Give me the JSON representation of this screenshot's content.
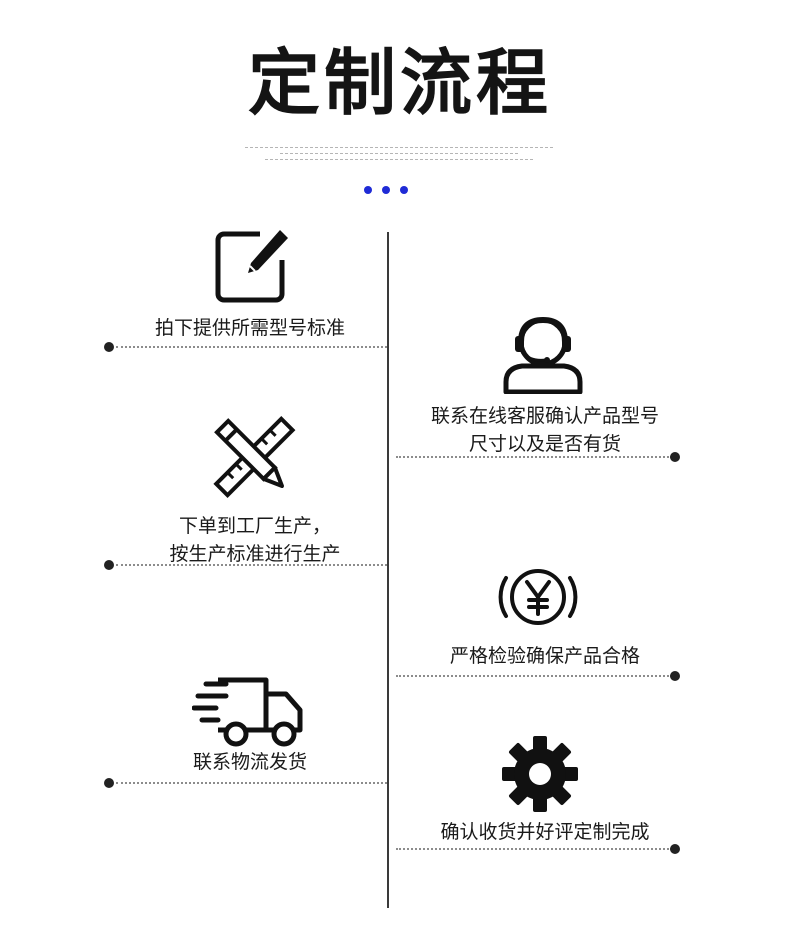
{
  "header": {
    "title": "定制流程"
  },
  "accent_color": "#1f2bd6",
  "steps": [
    {
      "side": "left",
      "icon": "edit-icon",
      "lines": [
        "拍下提供所需型号标准"
      ]
    },
    {
      "side": "right",
      "icon": "customer-service-icon",
      "lines": [
        "联系在线客服确认产品型号",
        "尺寸以及是否有货"
      ]
    },
    {
      "side": "left",
      "icon": "ruler-pencil-icon",
      "lines": [
        "下单到工厂生产，",
        "按生产标准进行生产"
      ]
    },
    {
      "side": "right",
      "icon": "yen-icon",
      "lines": [
        "严格检验确保产品合格"
      ]
    },
    {
      "side": "left",
      "icon": "truck-icon",
      "lines": [
        "联系物流发货"
      ]
    },
    {
      "side": "right",
      "icon": "gear-icon",
      "lines": [
        "确认收货并好评定制完成"
      ]
    }
  ]
}
